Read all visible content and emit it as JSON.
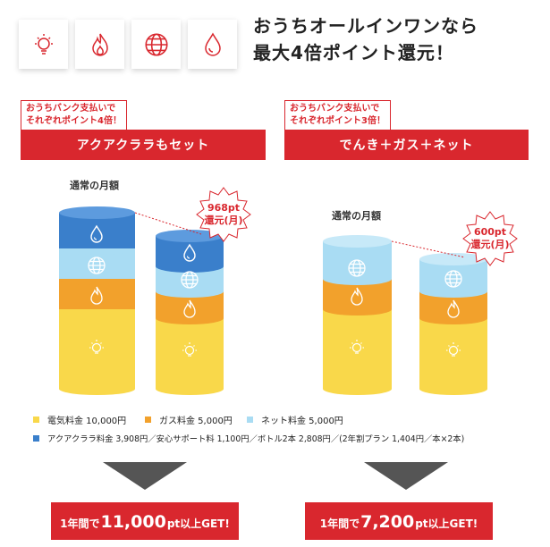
{
  "icons": [
    "lightbulb-icon",
    "flame-icon",
    "globe-icon",
    "droplet-icon"
  ],
  "headline": {
    "line1": "おうちオールインワンなら",
    "line2": "最大4倍ポイント還元！"
  },
  "left_plan": {
    "tag_line1": "おうちバンク支払いで",
    "tag_line2": "それぞれポイント4倍！",
    "banner": "アクアクララもセット",
    "monthly_label": "通常の月額",
    "burst_line1": "968pt",
    "burst_line2": "還元(月)",
    "result_prefix": "1年間で",
    "result_amount": "11,000",
    "result_suffix": "pt以上GET!"
  },
  "right_plan": {
    "tag_line1": "おうちバンク支払いで",
    "tag_line2": "それぞれポイント3倍！",
    "banner": "でんき＋ガス＋ネット",
    "monthly_label": "通常の月額",
    "burst_line1": "600pt",
    "burst_line2": "還元(月)",
    "result_prefix": "1年間で",
    "result_amount": "7,200",
    "result_suffix": "pt以上GET!"
  },
  "legend": {
    "electricity": "電気料金 10,000円",
    "gas": "ガス料金 5,000円",
    "net": "ネット料金 5,000円",
    "aqua": "アクアクララ料金 3,908円／安心サポート料 1,100円／ボトル2本 2,808円／(2年割プラン 1,404円／本×2本)"
  },
  "colors": {
    "accent": "#d9272e",
    "electricity": "#f9d84a",
    "gas": "#f2a12c",
    "net": "#a9dcf3",
    "aqua": "#3a7fcb"
  }
}
